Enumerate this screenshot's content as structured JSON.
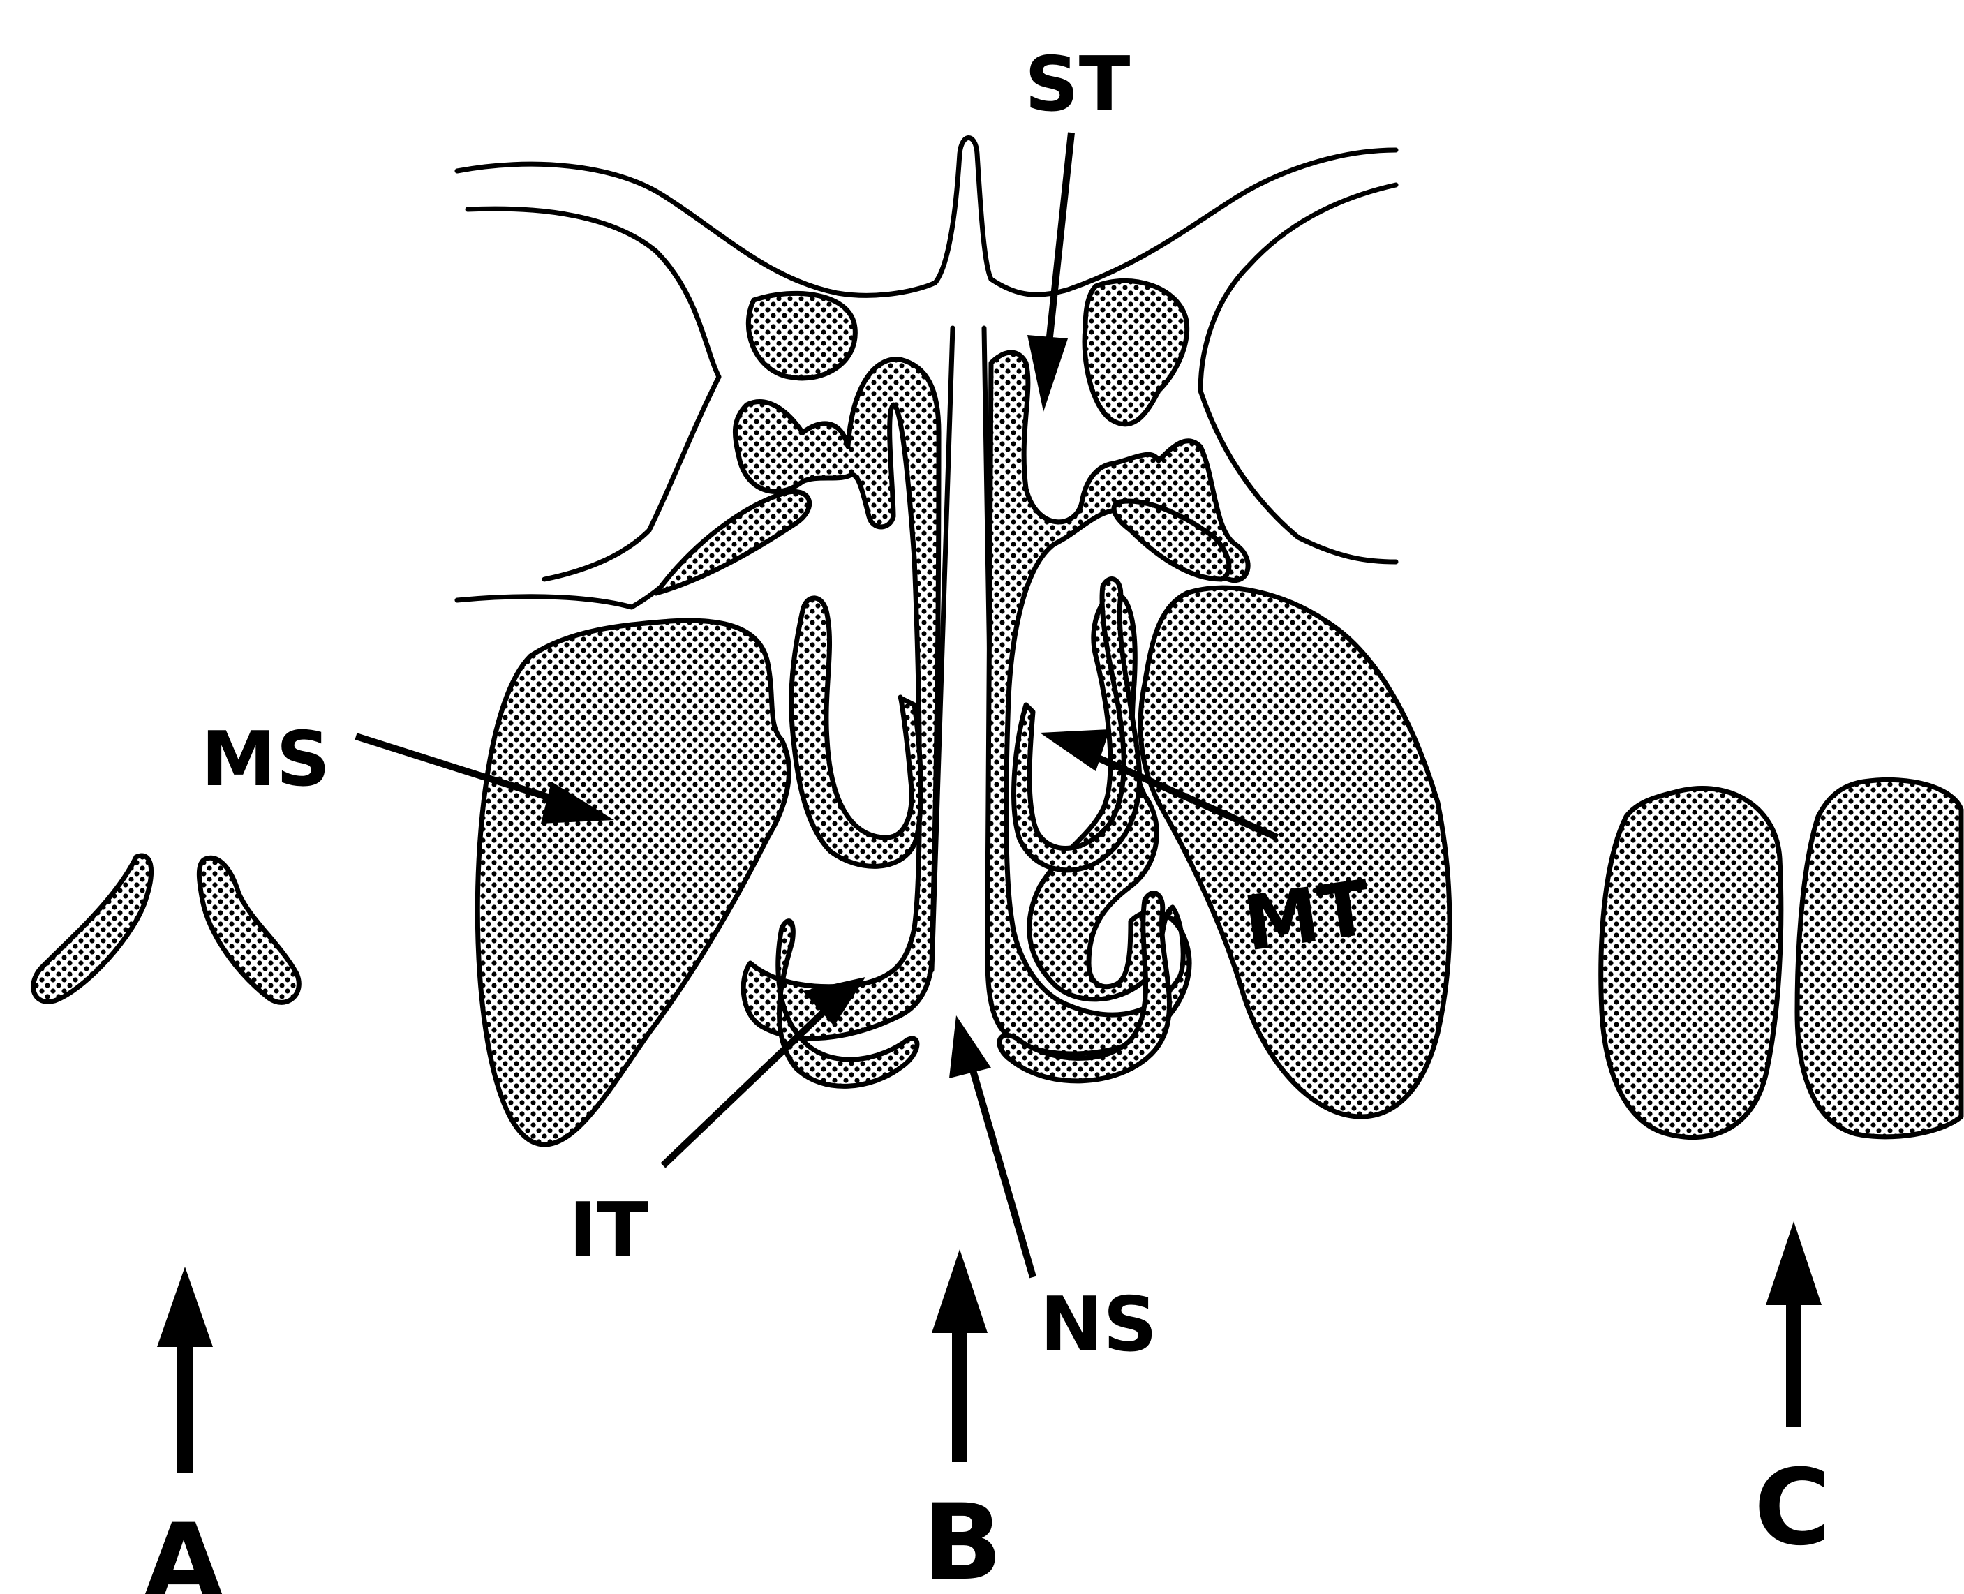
{
  "labels": {
    "st": "ST",
    "ms": "MS",
    "mt": "MT",
    "it": "IT",
    "ns": "NS"
  },
  "views": {
    "a": "A",
    "b": "B",
    "c": "C"
  }
}
